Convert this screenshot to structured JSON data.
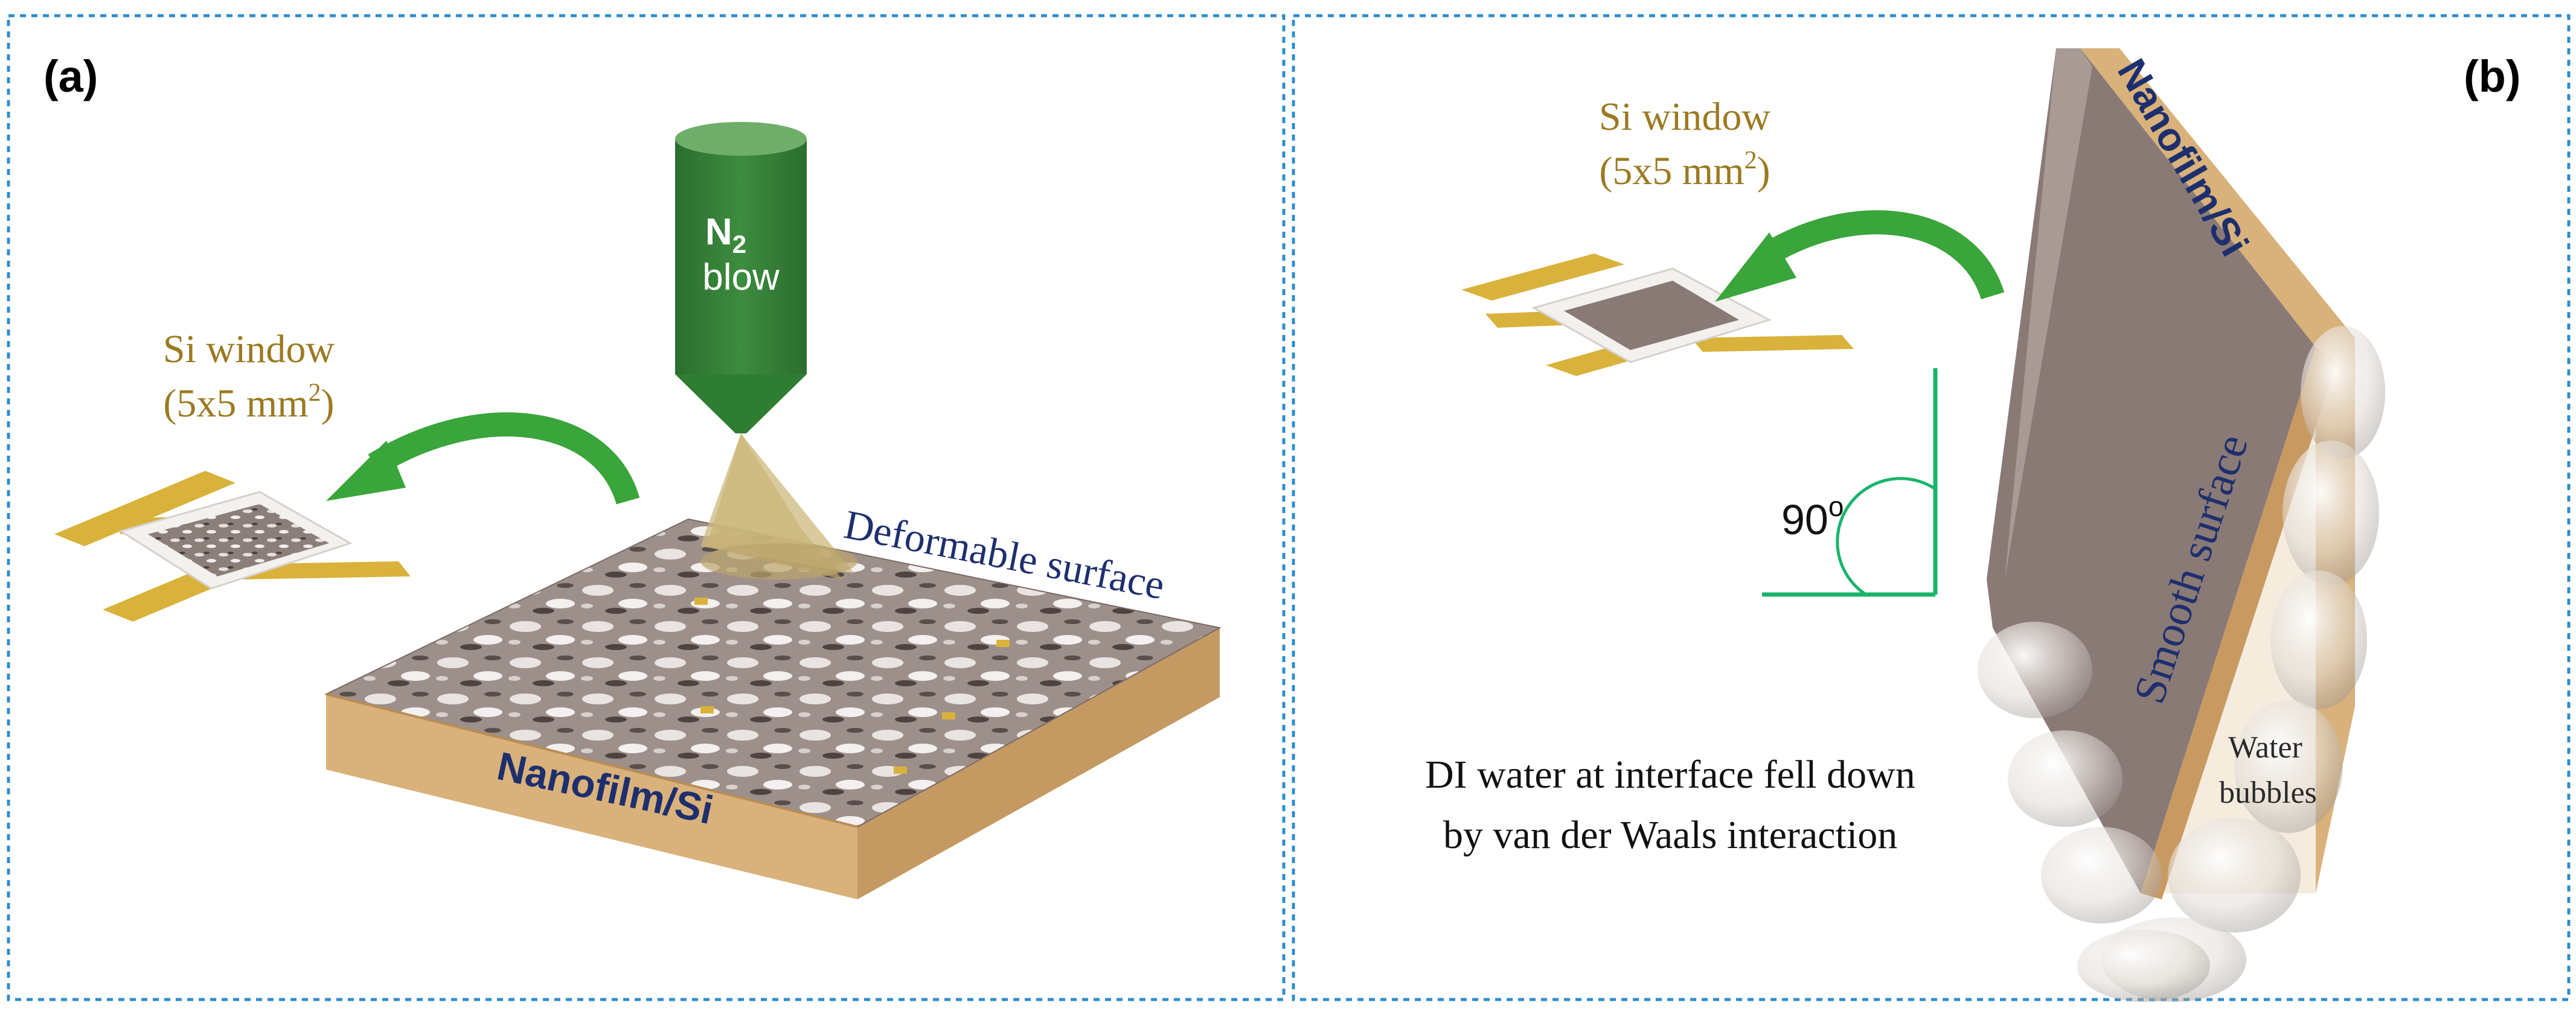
{
  "panel_a": {
    "label": "(a)",
    "si_window_title": "Si window",
    "si_window_size": "(5x5 mm",
    "si_window_size_sup": "2",
    "si_window_size_close": ")",
    "nozzle_label_n": "N",
    "nozzle_label_sub": "2",
    "nozzle_label_blow": "blow",
    "surface_label": "Deformable surface",
    "substrate_label": "Nanofilm/Si"
  },
  "panel_b": {
    "label": "(b)",
    "si_window_title": "Si window",
    "si_window_size": "(5x5 mm",
    "si_window_size_sup": "2",
    "si_window_size_close": ")",
    "angle_value": "90",
    "angle_unit": "o",
    "substrate_label": "Nanofilm/Si",
    "surface_label": "Smooth surface",
    "bubbles_label_1": "Water",
    "bubbles_label_2": "bubbles",
    "caption_line_1": "DI water at interface fell down",
    "caption_line_2": "by van der Waals interaction"
  },
  "colors": {
    "border": "#2e8ccf",
    "gold_text": "#9b7a22",
    "navy_text": "#1e2f6e",
    "nozzle_green": "#2e7d32",
    "arrow_green": "#3aa53a",
    "angle_green": "#19b46b",
    "substrate": "#d8b27a",
    "pad_gold": "#d9b23b",
    "film_grey": "#8a7a76"
  }
}
